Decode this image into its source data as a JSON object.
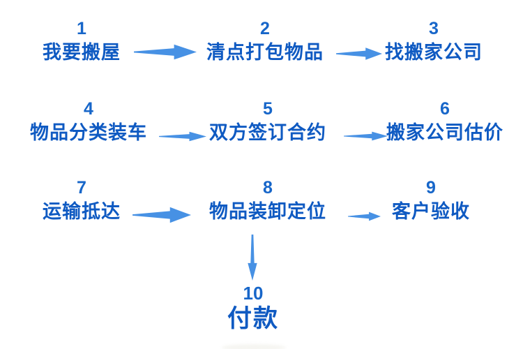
{
  "page": {
    "background": "#ffffff",
    "description_lang": "zh"
  },
  "colors": {
    "step_number": "#1766c9",
    "step_label": "#0f5ac2",
    "arrow": "#4791e4"
  },
  "flow": {
    "steps": [
      {
        "number": "1",
        "label": "我要搬屋"
      },
      {
        "number": "2",
        "label": "清点打包物品"
      },
      {
        "number": "3",
        "label": "找搬家公司"
      },
      {
        "number": "4",
        "label": "物品分类装车"
      },
      {
        "number": "5",
        "label": "双方签订合约"
      },
      {
        "number": "6",
        "label": "搬家公司估价"
      },
      {
        "number": "7",
        "label": "运输抵达"
      },
      {
        "number": "8",
        "label": "物品装卸定位"
      },
      {
        "number": "9",
        "label": "客户验收"
      },
      {
        "number": "10",
        "label": "付款"
      }
    ],
    "connections": [
      {
        "from": "1",
        "to": "2",
        "direction": "right"
      },
      {
        "from": "2",
        "to": "3",
        "direction": "right"
      },
      {
        "from": "4",
        "to": "5",
        "direction": "right"
      },
      {
        "from": "5",
        "to": "6",
        "direction": "right"
      },
      {
        "from": "7",
        "to": "8",
        "direction": "right"
      },
      {
        "from": "8",
        "to": "9",
        "direction": "right"
      },
      {
        "from": "8",
        "to": "10",
        "direction": "down"
      }
    ]
  }
}
